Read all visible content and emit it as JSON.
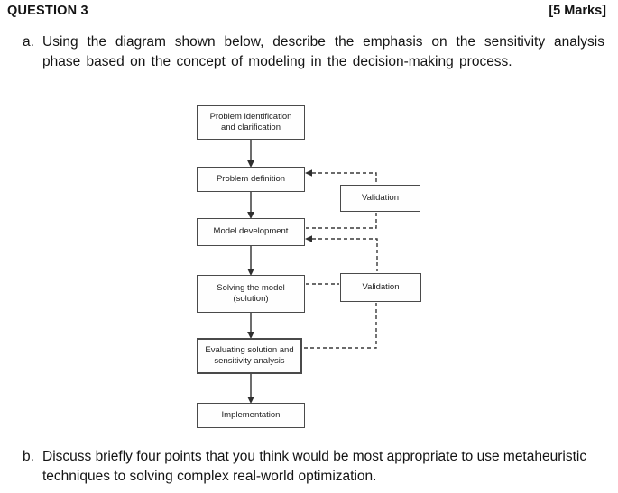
{
  "header": {
    "question_label": "QUESTION 3",
    "marks_label": "[5 Marks]"
  },
  "questions": [
    {
      "label": "a.",
      "text": "Using the diagram shown below, describe the emphasis on the sensitivity analysis phase based on the concept of modeling in the decision-making process."
    },
    {
      "label": "b.",
      "text": "Discuss briefly four points that you think would be most appropriate to use metaheuristic techniques to solving complex real-world optimization."
    }
  ],
  "flowchart": {
    "boxes": [
      {
        "id": "problem-identification",
        "label": "Problem identification\nand clarification"
      },
      {
        "id": "problem-definition",
        "label": "Problem definition"
      },
      {
        "id": "model-development",
        "label": "Model development"
      },
      {
        "id": "solving-the-model",
        "label": "Solving the model\n(solution)"
      },
      {
        "id": "evaluating-solution",
        "label": "Evaluating solution and\nsensitivity analysis"
      },
      {
        "id": "implementation",
        "label": "Implementation"
      },
      {
        "id": "validation-upper",
        "label": "Validation"
      },
      {
        "id": "validation-lower",
        "label": "Validation"
      }
    ],
    "colors": {
      "box_border": "#4a4a4a",
      "connector": "#2f2f2f",
      "text": "#1e1e1e"
    }
  }
}
